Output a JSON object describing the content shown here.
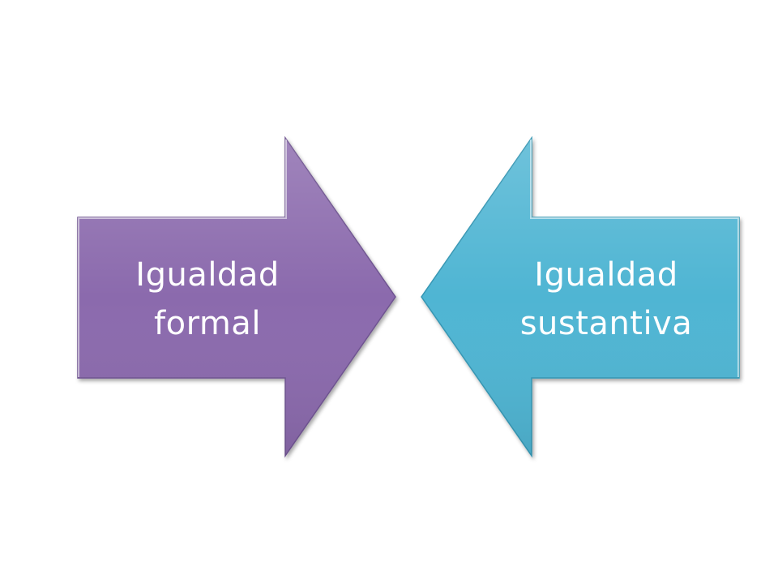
{
  "diagram": {
    "left_arrow": {
      "line1": "Igualdad",
      "line2": "formal",
      "fill_color": "#8B6BAD",
      "direction": "right"
    },
    "right_arrow": {
      "line1": "Igualdad",
      "line2": "sustantiva",
      "fill_color": "#4FB5D3",
      "direction": "left"
    },
    "text_color": "#FFFFFF",
    "background_color": "#FFFFFF"
  }
}
